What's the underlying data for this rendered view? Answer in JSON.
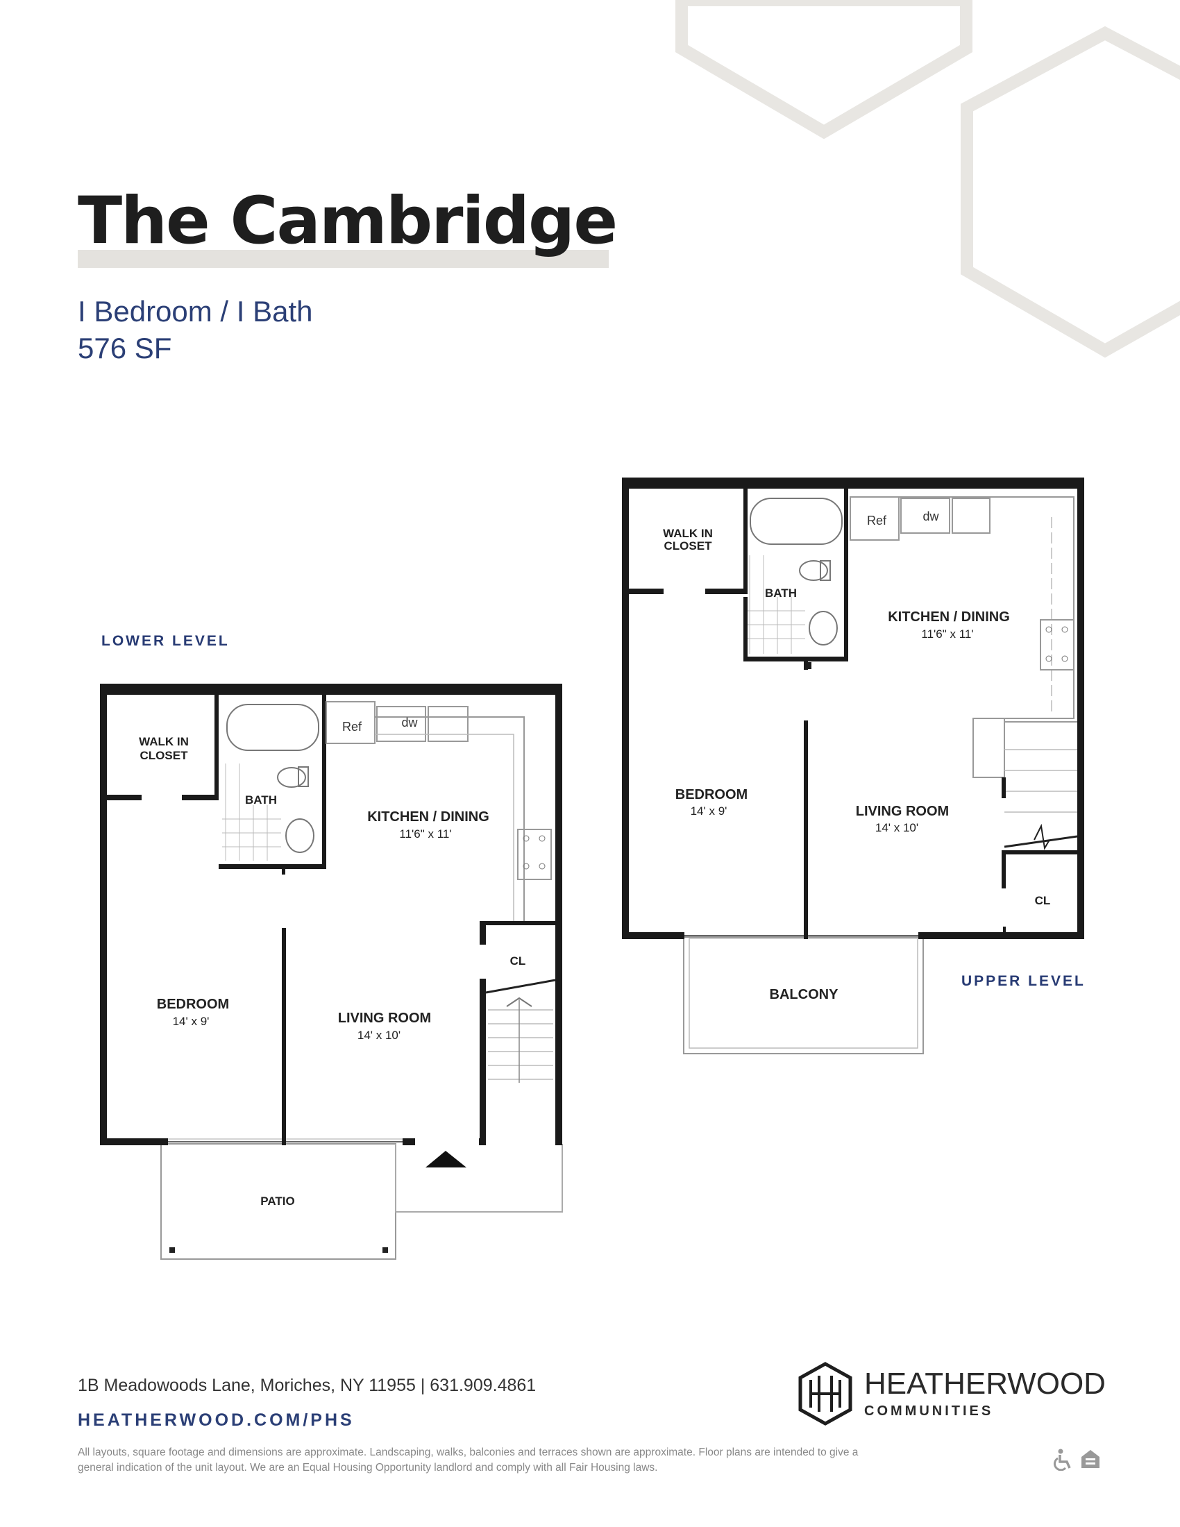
{
  "header": {
    "title": "The Cambridge",
    "unit_type": "I Bedroom / I Bath",
    "square_feet": "576 SF"
  },
  "lower_level": {
    "label": "LOWER LEVEL",
    "rooms": {
      "walk_in_closet": [
        "WALK IN",
        "CLOSET"
      ],
      "bath": "BATH",
      "ref": "Ref",
      "dw": "dw",
      "kitchen": "KITCHEN / DINING",
      "kitchen_dim": "11'6\" x 11'",
      "closet": "CL",
      "bedroom": "BEDROOM",
      "bedroom_dim": "14' x 9'",
      "living": "LIVING ROOM",
      "living_dim": "14' x 10'",
      "patio": "PATIO"
    }
  },
  "upper_level": {
    "label": "UPPER LEVEL",
    "rooms": {
      "walk_in_closet": [
        "WALK IN",
        "CLOSET"
      ],
      "bath": "BATH",
      "ref": "Ref",
      "dw": "dw",
      "kitchen": "KITCHEN / DINING",
      "kitchen_dim": "11'6\" x 11'",
      "closet": "CL",
      "bedroom": "BEDROOM",
      "bedroom_dim": "14' x 9'",
      "living": "LIVING ROOM",
      "living_dim": "14' x 10'",
      "balcony": "BALCONY"
    }
  },
  "footer": {
    "address": "1B Meadowoods Lane, Moriches, NY 11955  |  631.909.4861",
    "website": "HEATHERWOOD.COM/PHS",
    "disclaimer": "All layouts, square footage and dimensions are approximate. Landscaping, walks, balconies and terraces shown are approximate. Floor plans are intended to give a general indication of the unit layout. We are an Equal Housing Opportunity landlord and comply with all Fair Housing laws.",
    "brand_name": "HEATHERWOOD",
    "brand_sub": "COMMUNITIES",
    "icons": [
      "wheelchair-accessible-icon",
      "equal-housing-icon"
    ]
  },
  "colors": {
    "accent_navy": "#2b3f76",
    "hexagon_gray": "#e8e6e2",
    "wall": "#1a1a1a"
  }
}
